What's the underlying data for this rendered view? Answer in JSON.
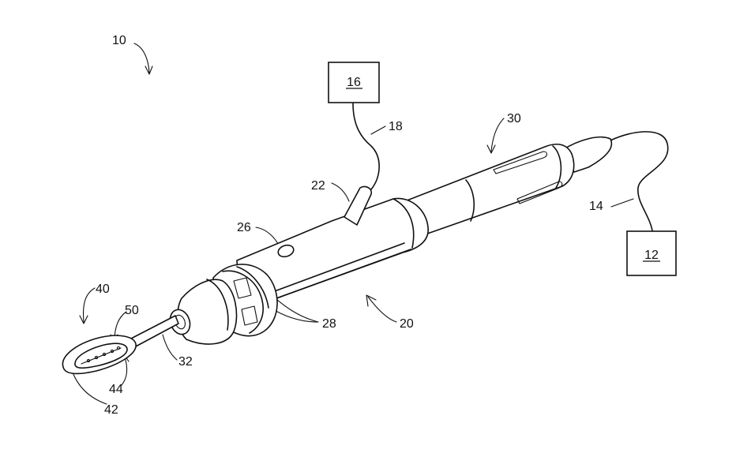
{
  "labels": {
    "device": "10",
    "generator": "12",
    "cable": "14",
    "fluid_source": "16",
    "fluid_line": "18",
    "handpiece": "20",
    "fluid_port": "22",
    "button": "26",
    "ring": "28",
    "shaft_assembly": "30",
    "shaft": "32",
    "end_effector": "40",
    "loop": "42",
    "electrode": "44",
    "openings": "50"
  },
  "colors": {
    "line": "#111111",
    "background": "#ffffff"
  }
}
